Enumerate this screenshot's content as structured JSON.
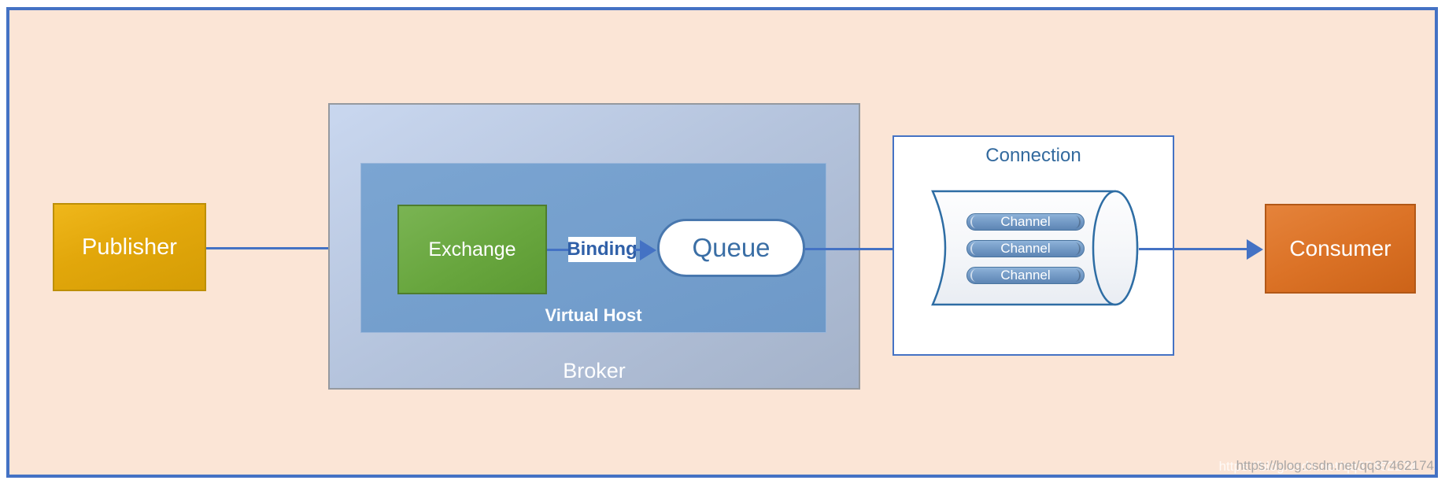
{
  "diagram": {
    "publisher": {
      "label": "Publisher"
    },
    "broker": {
      "label": "Broker",
      "virtual_host": {
        "label": "Virtual Host",
        "exchange": {
          "label": "Exchange"
        },
        "binding": {
          "label": "Binding"
        },
        "queue": {
          "label": "Queue"
        }
      }
    },
    "connection": {
      "label": "Connection",
      "channels": [
        "Channel",
        "Channel",
        "Channel"
      ]
    },
    "consumer": {
      "label": "Consumer"
    },
    "flow": [
      {
        "from": "Publisher",
        "to": "Virtual Host"
      },
      {
        "from": "Exchange",
        "to": "Queue",
        "via": "Binding"
      },
      {
        "from": "Queue",
        "to": "Connection"
      },
      {
        "from": "Connection",
        "to": "Consumer"
      }
    ],
    "colors": {
      "frame_border": "#4472C4",
      "frame_background": "#FBE5D6",
      "publisher_fill": "#E2A70B",
      "broker_fill": "#B4C3DC",
      "virtual_host_fill": "#74A0CE",
      "exchange_fill": "#68A63E",
      "queue_border": "#4877AE",
      "queue_text": "#3A6EA5",
      "channel_fill": "#6D96C5",
      "consumer_fill": "#DB7226",
      "arrow": "#4472C4",
      "label_blue": "#2E74B5"
    }
  },
  "watermark": {
    "text": "https://blog.csdn.net/qq37462174"
  }
}
